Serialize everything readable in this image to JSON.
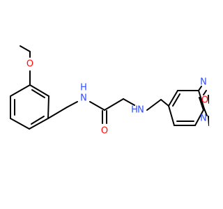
{
  "colors": {
    "bond": "#000000",
    "carbon": "#000000",
    "oxygen": "#ff0d0d",
    "nitrogen": "#3050f8"
  },
  "atoms": {
    "methoxy_o": {
      "symbol": "O",
      "color": "#ff0d0d"
    },
    "amide_nh_n": {
      "symbol": "N",
      "color": "#3050f8"
    },
    "amide_nh_h": {
      "symbol": "H",
      "color": "#3050f8"
    },
    "carbonyl_o": {
      "symbol": "O",
      "color": "#ff0d0d"
    },
    "amine_n": {
      "symbol": "N",
      "color": "#3050f8"
    },
    "amine_h": {
      "symbol": "H",
      "color": "#3050f8"
    },
    "ring_n_top": {
      "symbol": "N",
      "color": "#3050f8"
    },
    "ring_o": {
      "symbol": "O",
      "color": "#ff0d0d"
    },
    "ring_n_bottom": {
      "symbol": "N",
      "color": "#3050f8"
    }
  }
}
